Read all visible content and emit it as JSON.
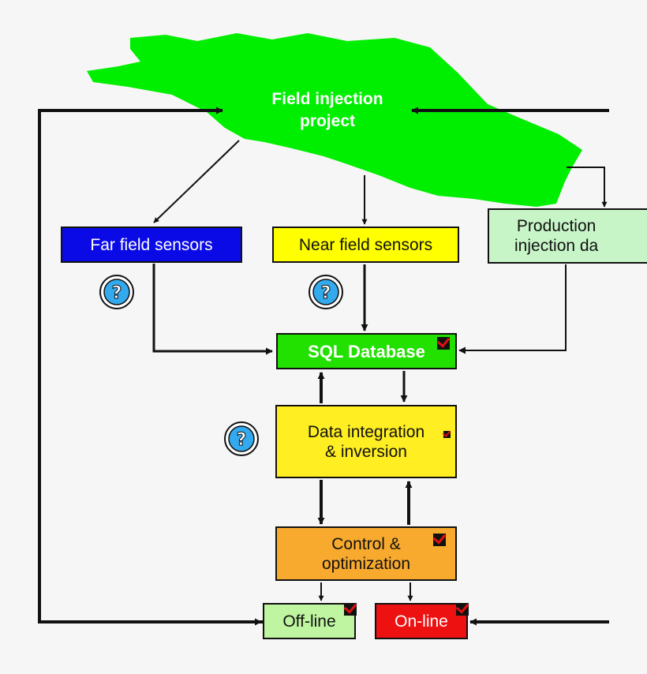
{
  "nodes": {
    "field_project": "Field injection\nproject",
    "far_field": "Far field sensors",
    "near_field": "Near field sensors",
    "production": "Production\ninjection da",
    "sql": "SQL Database",
    "data_integration": "Data integration\n& inversion",
    "control": "Control &\noptimization",
    "offline": "Off-line",
    "online": "On-line"
  },
  "colors": {
    "cloud": "#00ee00",
    "far_field": "#0a0ae6",
    "near_field": "#ffff00",
    "production": "#c8f5c8",
    "sql": "#22e000",
    "data_integration": "#ffee22",
    "control": "#f8aa2e",
    "offline": "#bff5a0",
    "online": "#ee1111",
    "check_mark": "#e01010",
    "question_icon": "#33aaee"
  },
  "icons": [
    "question-icon",
    "question-icon",
    "question-icon",
    "checkmark-icon"
  ]
}
